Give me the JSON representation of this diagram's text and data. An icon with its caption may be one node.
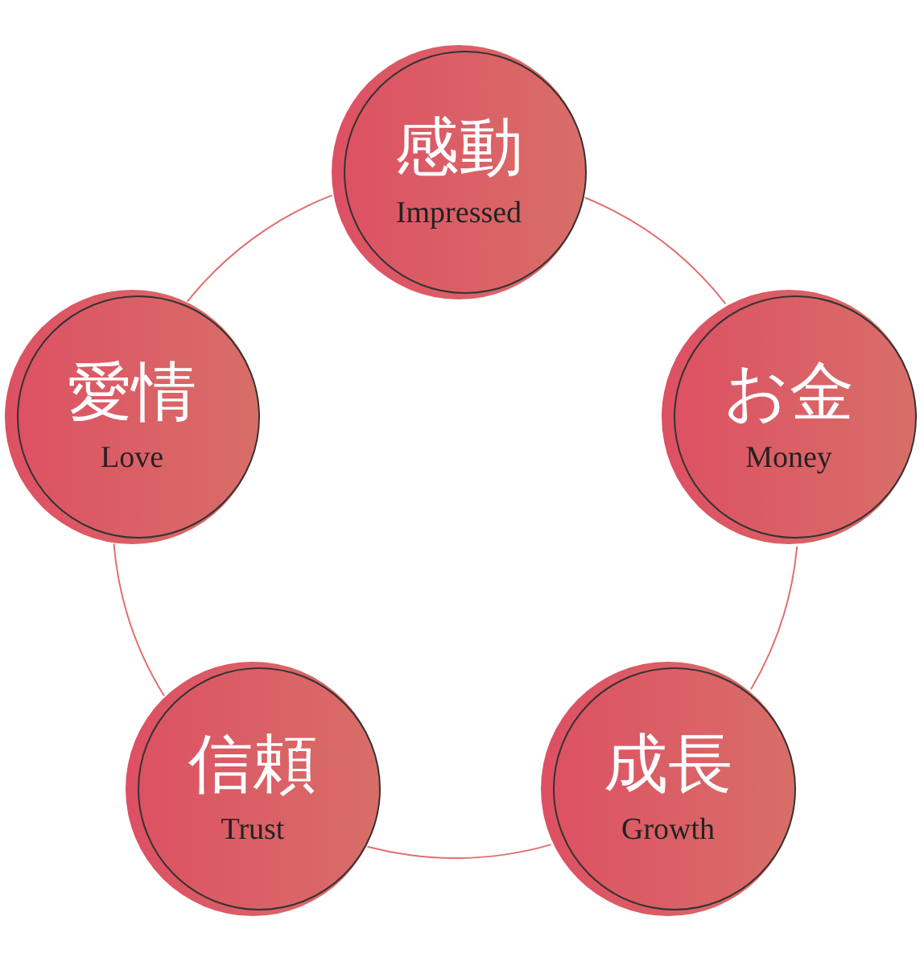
{
  "diagram": {
    "nodes": [
      {
        "text": [
          "感動",
          "Impressed"
        ]
      },
      {
        "text": [
          "お金",
          "Money"
        ]
      },
      {
        "text": [
          "成長",
          "Growth"
        ]
      },
      {
        "text": [
          "信頼",
          "Trust"
        ]
      },
      {
        "text": [
          "愛情",
          "Love"
        ]
      }
    ],
    "edges": [
      {
        "from": 0,
        "to": 1,
        "arrow": "none"
      },
      {
        "from": 1,
        "to": 2,
        "arrow": "none"
      },
      {
        "from": 2,
        "to": 3,
        "arrow": "none"
      },
      {
        "from": 3,
        "to": 4,
        "arrow": "none"
      },
      {
        "from": 4,
        "to": 0,
        "arrow": "none"
      }
    ]
  }
}
